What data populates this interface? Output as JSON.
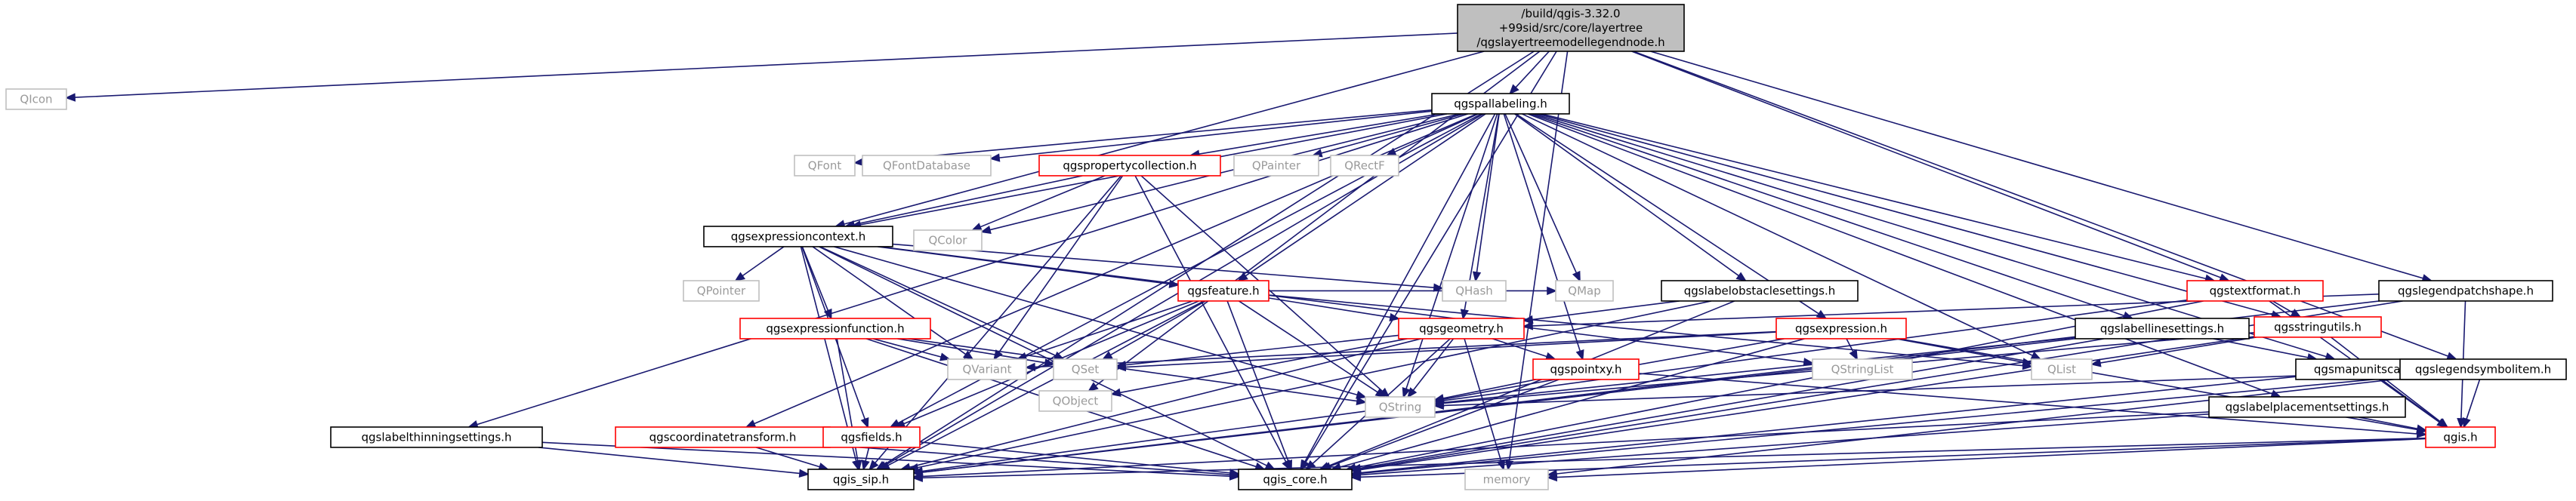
{
  "title_lines": [
    "/build/qgis-3.32.0",
    "+99sid/src/core/layertree",
    "/qgslayertreemodellegendnode.h"
  ],
  "colors": {
    "edge": "#191970",
    "root_fill": "#bfbfbf",
    "border_black": "#000000",
    "border_red": "#ff0000",
    "border_grey": "#bfbfbf",
    "text_black": "#000000",
    "text_grey": "#9a9a9a"
  },
  "nodes": [
    {
      "id": "root",
      "style": "root"
    },
    {
      "id": "qicon",
      "label": "QIcon",
      "style": "grey"
    },
    {
      "id": "qgspallabeling",
      "label": "qgspallabeling.h",
      "style": "black"
    },
    {
      "id": "qfont",
      "label": "QFont",
      "style": "grey"
    },
    {
      "id": "qfontdatabase",
      "label": "QFontDatabase",
      "style": "grey"
    },
    {
      "id": "qgspropertycollection",
      "label": "qgspropertycollection.h",
      "style": "red"
    },
    {
      "id": "qpainter",
      "label": "QPainter",
      "style": "grey"
    },
    {
      "id": "qrectf",
      "label": "QRectF",
      "style": "grey"
    },
    {
      "id": "qcolor",
      "label": "QColor",
      "style": "grey"
    },
    {
      "id": "qgsexpressioncontext",
      "label": "qgsexpressioncontext.h",
      "style": "black"
    },
    {
      "id": "qpointer",
      "label": "QPointer",
      "style": "grey"
    },
    {
      "id": "qhash",
      "label": "QHash",
      "style": "grey"
    },
    {
      "id": "qgsfeature",
      "label": "qgsfeature.h",
      "style": "red"
    },
    {
      "id": "qgslabelobstaclesettings",
      "label": "qgslabelobstaclesettings.h",
      "style": "black"
    },
    {
      "id": "qgstextformat",
      "label": "qgstextformat.h",
      "style": "red"
    },
    {
      "id": "qgslegendpatchshape",
      "label": "qgslegendpatchshape.h",
      "style": "black"
    },
    {
      "id": "qgsexpressionfunction",
      "label": "qgsexpressionfunction.h",
      "style": "red"
    },
    {
      "id": "qgsgeometry",
      "label": "qgsgeometry.h",
      "style": "red"
    },
    {
      "id": "qgsexpression",
      "label": "qgsexpression.h",
      "style": "red"
    },
    {
      "id": "qmap",
      "label": "QMap",
      "style": "grey"
    },
    {
      "id": "qgslabellinesettings",
      "label": "qgslabellinesettings.h",
      "style": "black"
    },
    {
      "id": "qgsstringutils",
      "label": "qgsstringutils.h",
      "style": "red"
    },
    {
      "id": "qvariant",
      "label": "QVariant",
      "style": "grey"
    },
    {
      "id": "qset",
      "label": "QSet",
      "style": "grey"
    },
    {
      "id": "qgspointxy",
      "label": "qgspointxy.h",
      "style": "red"
    },
    {
      "id": "qstringlist",
      "label": "QStringList",
      "style": "grey"
    },
    {
      "id": "qlist",
      "label": "QList",
      "style": "grey"
    },
    {
      "id": "qgslabelplacementsettings",
      "label": "qgslabelplacementsettings.h",
      "style": "black"
    },
    {
      "id": "qgsmapunitscale",
      "label": "qgsmapunitscale.h",
      "style": "black"
    },
    {
      "id": "qgslegendsymbolitem",
      "label": "qgslegendsymbolitem.h",
      "style": "black"
    },
    {
      "id": "qobject",
      "label": "QObject",
      "style": "grey"
    },
    {
      "id": "qstring",
      "label": "QString",
      "style": "grey"
    },
    {
      "id": "qgslabelthinningsettings",
      "label": "qgslabelthinningsettings.h",
      "style": "black"
    },
    {
      "id": "qgscoordinatetransform",
      "label": "qgscoordinatetransform.h",
      "style": "red"
    },
    {
      "id": "qgsfields",
      "label": "qgsfields.h",
      "style": "red"
    },
    {
      "id": "qgis",
      "label": "qgis.h",
      "style": "red"
    },
    {
      "id": "qgis_sip",
      "label": "qgis_sip.h",
      "style": "black"
    },
    {
      "id": "qgis_core",
      "label": "qgis_core.h",
      "style": "black"
    },
    {
      "id": "memory",
      "label": "memory",
      "style": "grey"
    }
  ],
  "edges": [
    [
      "root",
      "qicon"
    ],
    [
      "root",
      "qgspallabeling"
    ],
    [
      "root",
      "qgis_sip"
    ],
    [
      "root",
      "qgis_core"
    ],
    [
      "root",
      "qgsexpressioncontext"
    ],
    [
      "root",
      "qobject"
    ],
    [
      "root",
      "qgstextformat"
    ],
    [
      "root",
      "qgslegendpatchshape"
    ],
    [
      "root",
      "qgslegendsymbolitem"
    ],
    [
      "root",
      "memory"
    ],
    [
      "qgspallabeling",
      "qfont"
    ],
    [
      "qgspallabeling",
      "qfontdatabase"
    ],
    [
      "qgspallabeling",
      "qgspropertycollection"
    ],
    [
      "qgspallabeling",
      "qpainter"
    ],
    [
      "qgspallabeling",
      "qrectf"
    ],
    [
      "qgspallabeling",
      "qcolor"
    ],
    [
      "qgspallabeling",
      "qgsexpressioncontext"
    ],
    [
      "qgspallabeling",
      "qhash"
    ],
    [
      "qgspallabeling",
      "qgsfeature"
    ],
    [
      "qgspallabeling",
      "qgslabelobstaclesettings"
    ],
    [
      "qgspallabeling",
      "qgstextformat"
    ],
    [
      "qgspallabeling",
      "qgsgeometry"
    ],
    [
      "qgspallabeling",
      "qgsexpression"
    ],
    [
      "qgspallabeling",
      "qmap"
    ],
    [
      "qgspallabeling",
      "qgslabellinesettings"
    ],
    [
      "qgspallabeling",
      "qgsstringutils"
    ],
    [
      "qgspallabeling",
      "qgspointxy"
    ],
    [
      "qgspallabeling",
      "qlist"
    ],
    [
      "qgspallabeling",
      "qgslabelplacementsettings"
    ],
    [
      "qgspallabeling",
      "qgsmapunitscale"
    ],
    [
      "qgspallabeling",
      "qgslabelthinningsettings"
    ],
    [
      "qgspallabeling",
      "qgscoordinatetransform"
    ],
    [
      "qgspallabeling",
      "qgsfields"
    ],
    [
      "qgspallabeling",
      "qgis_sip"
    ],
    [
      "qgspallabeling",
      "qgis_core"
    ],
    [
      "qgspallabeling",
      "qstring"
    ],
    [
      "qgspropertycollection",
      "qcolor"
    ],
    [
      "qgspropertycollection",
      "qgsexpressioncontext"
    ],
    [
      "qgspropertycollection",
      "qvariant"
    ],
    [
      "qgspropertycollection",
      "qstring"
    ],
    [
      "qgspropertycollection",
      "qgis_sip"
    ],
    [
      "qgspropertycollection",
      "qgis_core"
    ],
    [
      "qgsexpressioncontext",
      "qpointer"
    ],
    [
      "qgsexpressioncontext",
      "qhash"
    ],
    [
      "qgsexpressioncontext",
      "qgsfeature"
    ],
    [
      "qgsexpressioncontext",
      "qgsexpressionfunction"
    ],
    [
      "qgsexpressioncontext",
      "qvariant"
    ],
    [
      "qgsexpressioncontext",
      "qset"
    ],
    [
      "qgsexpressioncontext",
      "qstringlist"
    ],
    [
      "qgsexpressioncontext",
      "qgsfields"
    ],
    [
      "qgsexpressioncontext",
      "qstring"
    ],
    [
      "qgsexpressioncontext",
      "qgis_sip"
    ],
    [
      "qgsexpressioncontext",
      "qgis_core"
    ],
    [
      "qgsfeature",
      "qmap"
    ],
    [
      "qgsfeature",
      "qlist"
    ],
    [
      "qgsfeature",
      "qgsgeometry"
    ],
    [
      "qgsfeature",
      "qvariant"
    ],
    [
      "qgsfeature",
      "qset"
    ],
    [
      "qgsfeature",
      "qstring"
    ],
    [
      "qgsfeature",
      "qgsfields"
    ],
    [
      "qgsfeature",
      "qgis_sip"
    ],
    [
      "qgsfeature",
      "qgis_core"
    ],
    [
      "qgslabelobstaclesettings",
      "qgsgeometry"
    ],
    [
      "qgslabelobstaclesettings",
      "qgis_sip"
    ],
    [
      "qgslabelobstaclesettings",
      "qgis_core"
    ],
    [
      "qgstextformat",
      "qgsstringutils"
    ],
    [
      "qgstextformat",
      "qgis"
    ],
    [
      "qgstextformat",
      "qgis_sip"
    ],
    [
      "qgstextformat",
      "qgis_core"
    ],
    [
      "qgslegendpatchshape",
      "qgsgeometry"
    ],
    [
      "qgslegendpatchshape",
      "qgis"
    ],
    [
      "qgslegendpatchshape",
      "qgis_sip"
    ],
    [
      "qgslegendpatchshape",
      "qgis_core"
    ],
    [
      "qgsexpressionfunction",
      "qvariant"
    ],
    [
      "qgsexpressionfunction",
      "qset"
    ],
    [
      "qgsexpressionfunction",
      "qstring"
    ],
    [
      "qgsexpressionfunction",
      "qgis_sip"
    ],
    [
      "qgsexpressionfunction",
      "qgis_core"
    ],
    [
      "qgsgeometry",
      "qset"
    ],
    [
      "qgsgeometry",
      "qgspointxy"
    ],
    [
      "qgsgeometry",
      "qstring"
    ],
    [
      "qgsgeometry",
      "qgis_sip"
    ],
    [
      "qgsgeometry",
      "qgis_core"
    ],
    [
      "qgsgeometry",
      "memory"
    ],
    [
      "qgsgeometry",
      "qobject"
    ],
    [
      "qgsexpression",
      "qset"
    ],
    [
      "qgsexpression",
      "qstringlist"
    ],
    [
      "qgsexpression",
      "qvariant"
    ],
    [
      "qgsexpression",
      "qlist"
    ],
    [
      "qgsexpression",
      "qgis"
    ],
    [
      "qgsexpression",
      "qgis_core"
    ],
    [
      "qgsexpression",
      "qstring"
    ],
    [
      "qgslabellinesettings",
      "qgsmapunitscale"
    ],
    [
      "qgslabellinesettings",
      "qgis_sip"
    ],
    [
      "qgslabellinesettings",
      "qgis_core"
    ],
    [
      "qgslabellinesettings",
      "qstring"
    ],
    [
      "qgsstringutils",
      "qlist"
    ],
    [
      "qgsstringutils",
      "qstring"
    ],
    [
      "qgsstringutils",
      "qgis"
    ],
    [
      "qgsstringutils",
      "qgis_core"
    ],
    [
      "qgspointxy",
      "qstring"
    ],
    [
      "qgspointxy",
      "qgis"
    ],
    [
      "qgspointxy",
      "qgis_core"
    ],
    [
      "qgslabelplacementsettings",
      "qgis"
    ],
    [
      "qgslabelplacementsettings",
      "qgis_sip"
    ],
    [
      "qgslabelplacementsettings",
      "qgis_core"
    ],
    [
      "qgsmapunitscale",
      "qgis"
    ],
    [
      "qgsmapunitscale",
      "qgis_core"
    ],
    [
      "qgslegendsymbolitem",
      "qgis"
    ],
    [
      "qgslegendsymbolitem",
      "qgis_core"
    ],
    [
      "qgslegendsymbolitem",
      "qstring"
    ],
    [
      "qgslegendsymbolitem",
      "memory"
    ],
    [
      "qgslabelthinningsettings",
      "qgis_sip"
    ],
    [
      "qgslabelthinningsettings",
      "qgis_core"
    ],
    [
      "qgscoordinatetransform",
      "qgis_sip"
    ],
    [
      "qgscoordinatetransform",
      "qgis_core"
    ],
    [
      "qgsfields",
      "qgis_sip"
    ],
    [
      "qgsfields",
      "qgis_core"
    ],
    [
      "qgis",
      "qgis_sip"
    ],
    [
      "qgis",
      "qgis_core"
    ],
    [
      "qgis",
      "memory"
    ]
  ]
}
